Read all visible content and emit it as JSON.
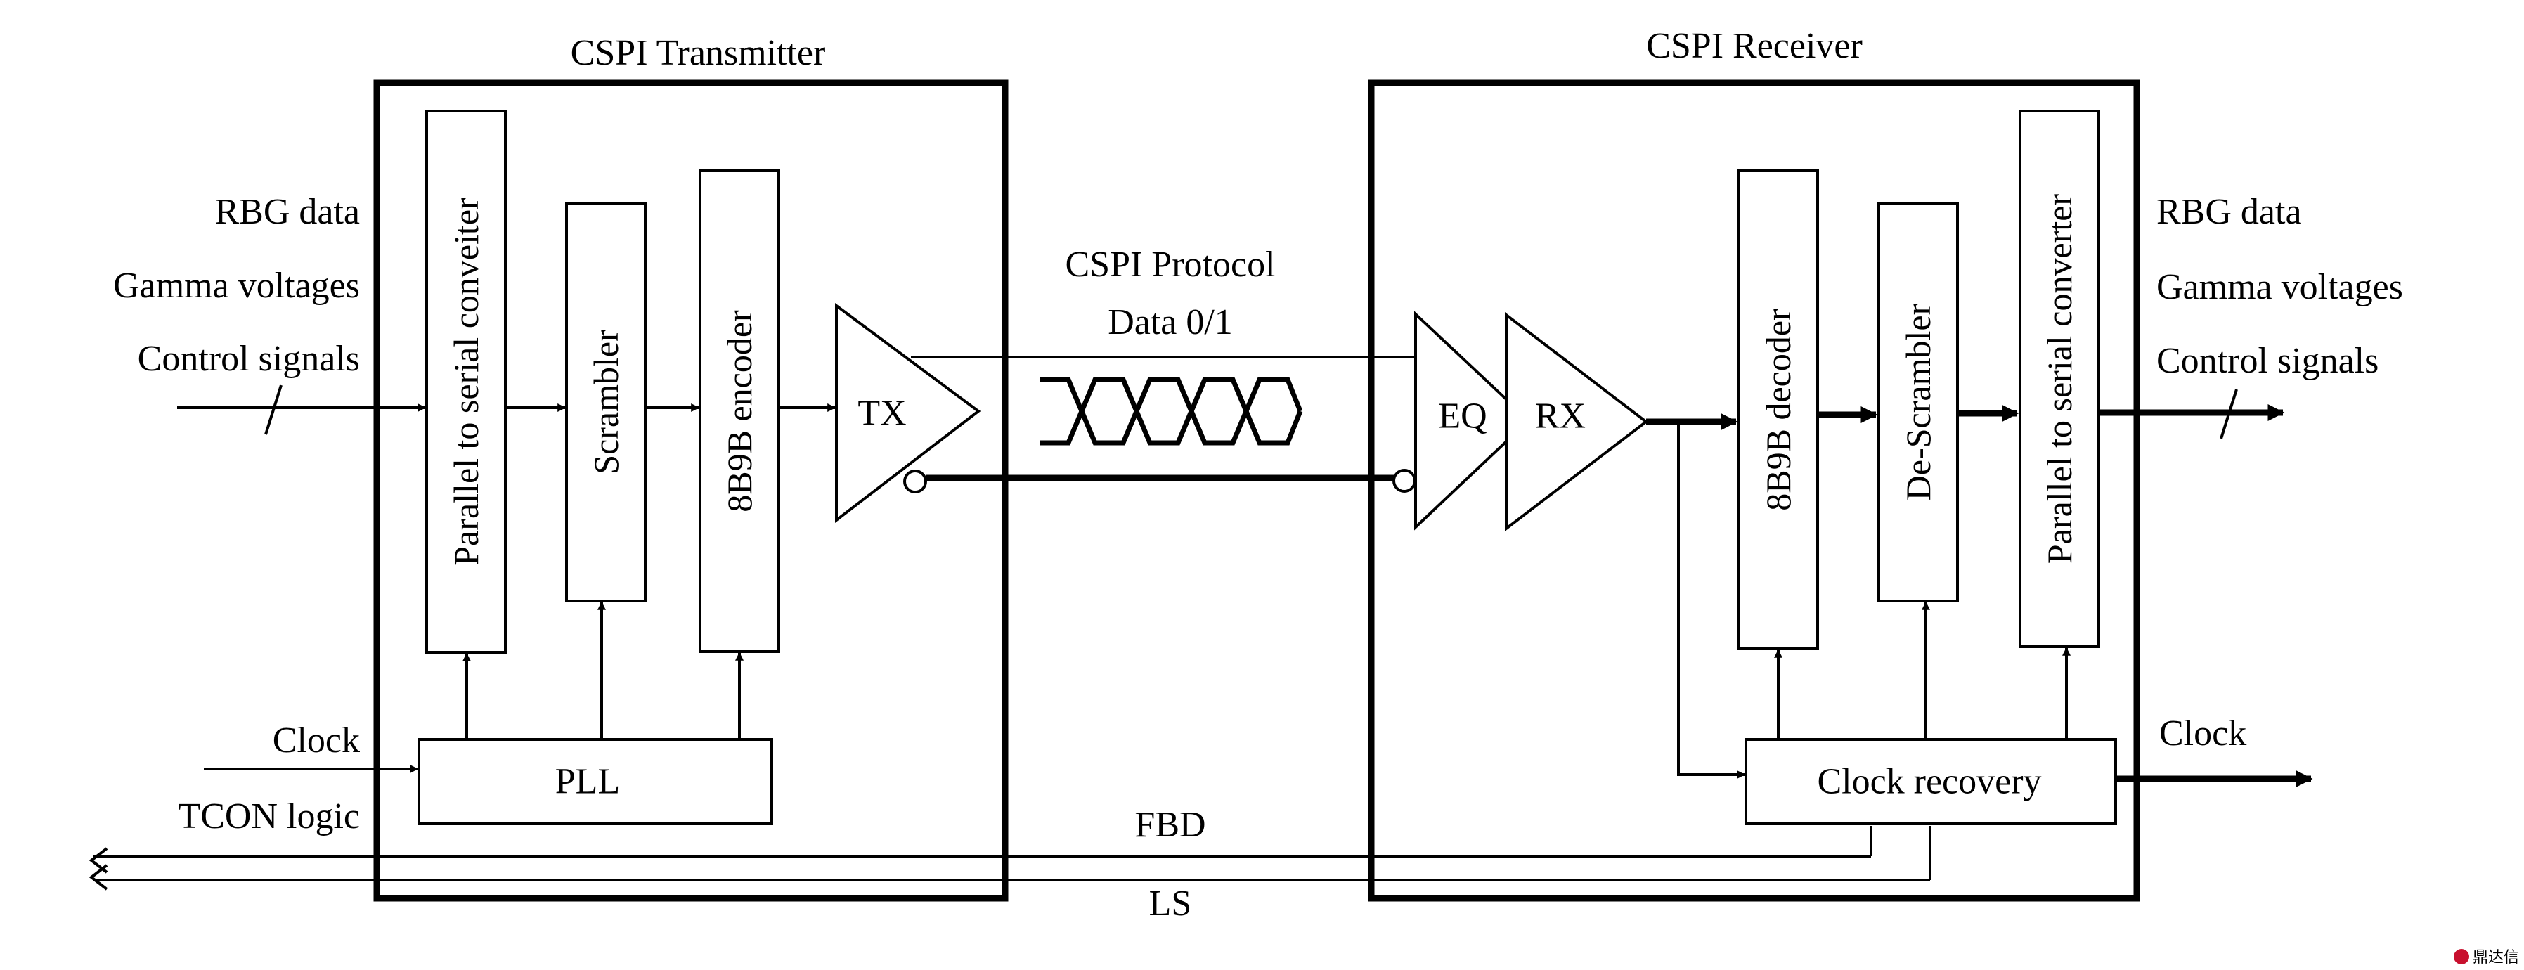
{
  "transmitter": {
    "title": "CSPI Transmitter",
    "blocks": {
      "p2s": "Parallel to serial conveiter",
      "scrambler": "Scrambler",
      "encoder": "8B9B encoder",
      "pll": "PLL",
      "tx": "TX"
    },
    "inputs": {
      "rgb": "RBG data",
      "gamma": "Gamma voltages",
      "control": "Control signals",
      "clock": "Clock",
      "tcon": "TCON logic"
    }
  },
  "channel": {
    "protocol": "CSPI Protocol",
    "data": "Data 0/1",
    "fbd": "FBD",
    "ls": "LS"
  },
  "receiver": {
    "title": "CSPI Receiver",
    "blocks": {
      "eq": "EQ",
      "rx": "RX",
      "decoder": "8B9B decoder",
      "descrambler": "De-Scrambler",
      "s2p": "Parallel to serial converter",
      "clock_recovery": "Clock recovery"
    },
    "outputs": {
      "rgb": "RBG data",
      "gamma": "Gamma voltages",
      "control": "Control signals",
      "clock": "Clock"
    }
  },
  "watermark": "鼎达信",
  "colors": {
    "line": "#000000",
    "background": "#ffffff",
    "watermark": "#c8102e"
  }
}
